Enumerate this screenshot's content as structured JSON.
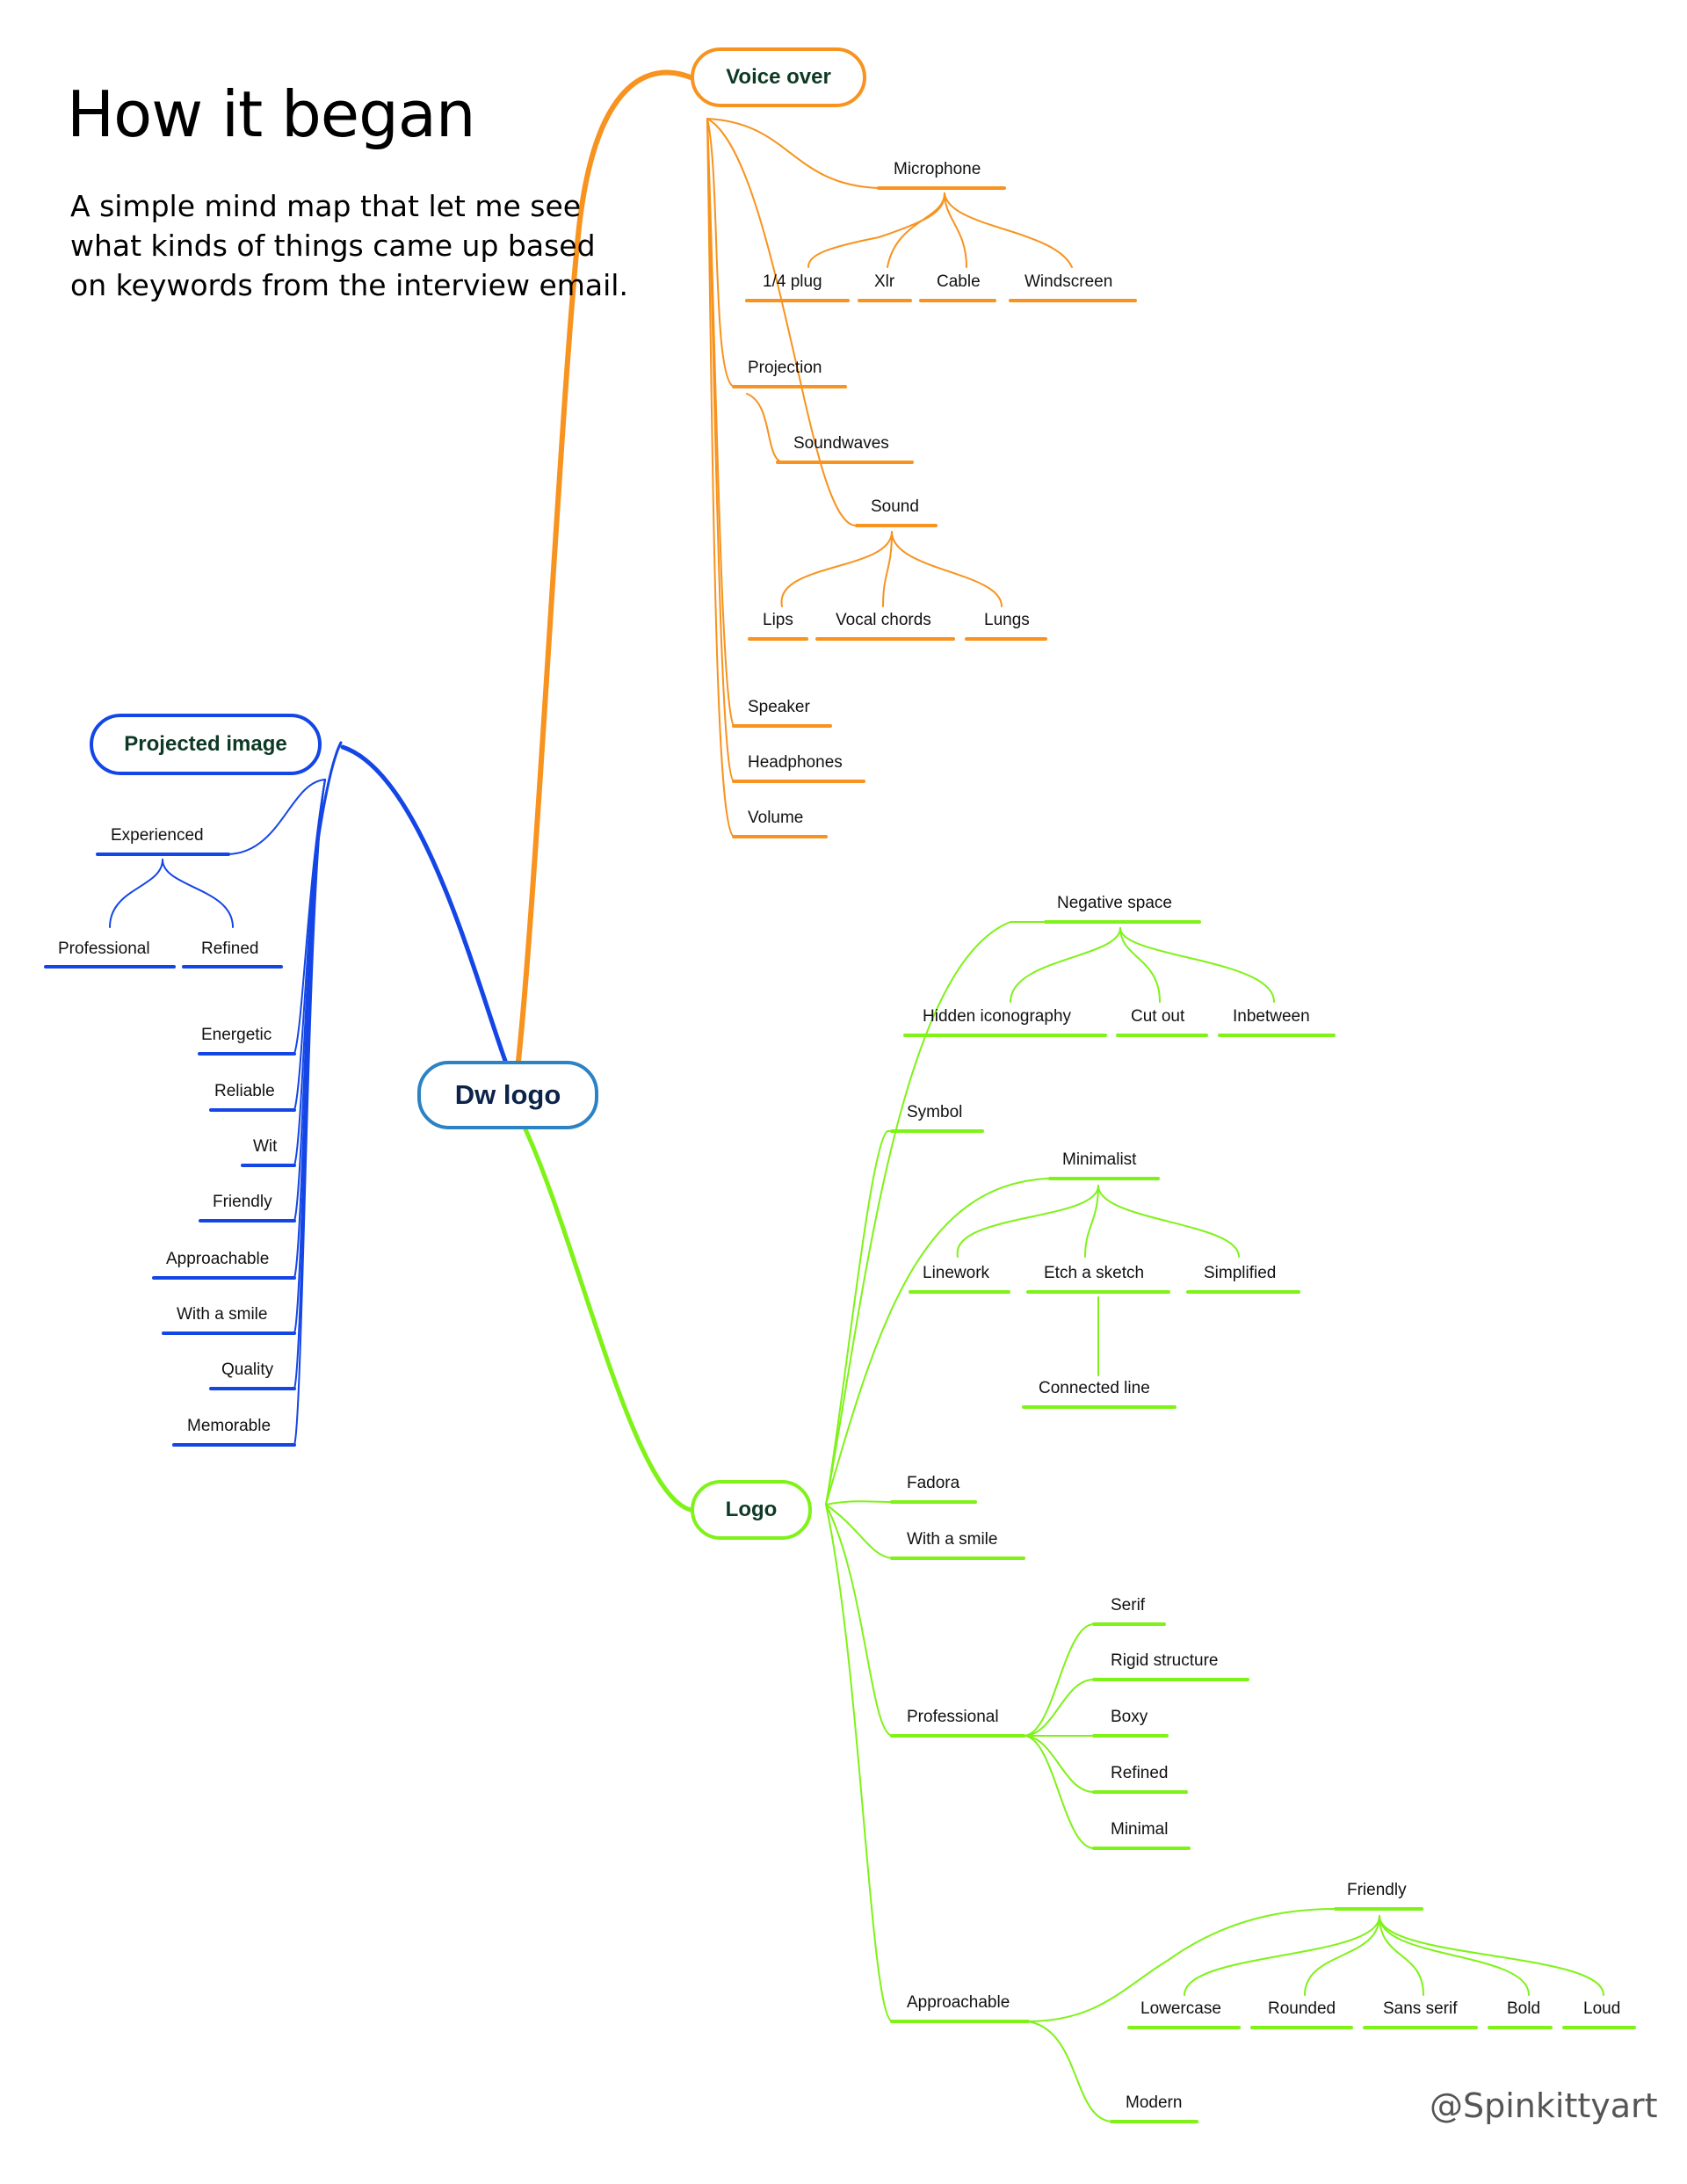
{
  "header": {
    "title": "How it began",
    "subtitle_lines": [
      "A simple mind map that let me see",
      "what kinds of things came up based",
      "on keywords from the interview email."
    ],
    "handle": "@Spinkittyart"
  },
  "colors": {
    "root": "#2b82c4",
    "voice_over": "#f7931e",
    "projected_image": "#1446e6",
    "logo": "#7ff218"
  },
  "root": {
    "label": "Dw logo"
  },
  "branches": {
    "voice_over": {
      "label": "Voice over",
      "microphone": {
        "label": "Microphone",
        "children": [
          "1/4 plug",
          "Xlr",
          "Cable",
          "Windscreen"
        ]
      },
      "projection": {
        "label": "Projection",
        "children": [
          "Soundwaves"
        ]
      },
      "sound": {
        "label": "Sound",
        "children": [
          "Lips",
          "Vocal chords",
          "Lungs"
        ]
      },
      "others": [
        "Speaker",
        "Headphones",
        "Volume"
      ]
    },
    "projected_image": {
      "label": "Projected image",
      "experienced": {
        "label": "Experienced",
        "children": [
          "Professional",
          "Refined"
        ]
      },
      "others": [
        "Energetic",
        "Reliable",
        "Wit",
        "Friendly",
        "Approachable",
        "With a smile",
        "Quality",
        "Memorable"
      ]
    },
    "logo": {
      "label": "Logo",
      "negative_space": {
        "label": "Negative space",
        "children": [
          "Hidden iconography",
          "Cut out",
          "Inbetween"
        ]
      },
      "symbol": {
        "label": "Symbol"
      },
      "minimalist": {
        "label": "Minimalist",
        "children": [
          "Linework",
          "Etch a sketch",
          "Simplified"
        ]
      },
      "connected_line": {
        "label": "Connected line"
      },
      "fadora": {
        "label": "Fadora"
      },
      "with_a_smile": {
        "label": "With a smile"
      },
      "professional": {
        "label": "Professional",
        "children": [
          "Serif",
          "Rigid structure",
          "Boxy",
          "Refined",
          "Minimal"
        ]
      },
      "approachable": {
        "label": "Approachable",
        "children": [
          "Modern"
        ]
      },
      "friendly": {
        "label": "Friendly",
        "children": [
          "Lowercase",
          "Rounded",
          "Sans serif",
          "Bold",
          "Loud"
        ]
      }
    }
  }
}
